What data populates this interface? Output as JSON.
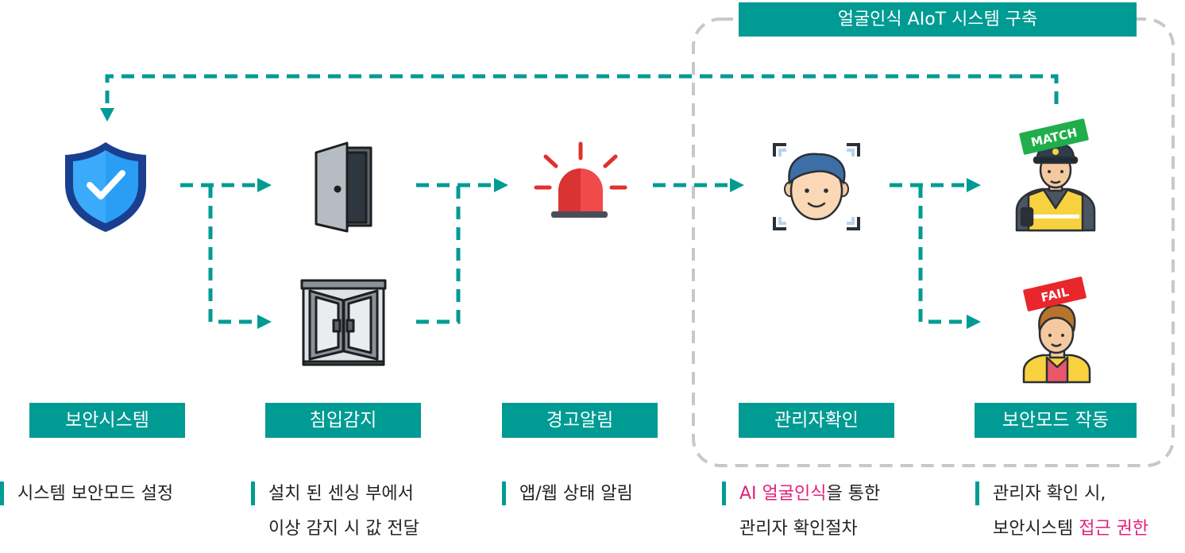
{
  "banner": "얼굴인식 AIoT 시스템 구축",
  "badges": {
    "match": "MATCH",
    "fail": "FAIL"
  },
  "stages": [
    {
      "label": "보안시스템",
      "icon": "shield-check-icon"
    },
    {
      "label": "침입감지",
      "icon": "door-icon"
    },
    {
      "label": "경고알림",
      "icon": "siren-icon"
    },
    {
      "label": "관리자확인",
      "icon": "face-scan-icon"
    },
    {
      "label": "보안모드 작동",
      "icon": "guard-icon"
    }
  ],
  "notes": {
    "n1": {
      "line1": "시스템 보안모드 설정"
    },
    "n2": {
      "line1": "설치 된 센싱 부에서",
      "line2": "이상 감지 시 값 전달"
    },
    "n3": {
      "line1": "앱/웹 상태 알림"
    },
    "n4": {
      "line1_hl": "AI 얼굴인식",
      "line1_rest": "을 통한",
      "line2": "관리자 확인절차"
    },
    "n5": {
      "line1": "관리자 확인 시,",
      "line2_pre": "보안시스템 ",
      "line2_hl": "접근 권한"
    }
  },
  "colors": {
    "teal": "#009b93",
    "highlight": "#e0217a",
    "match": "#1fae4b",
    "fail": "#e8262b",
    "dash": "#c8c8c8"
  }
}
